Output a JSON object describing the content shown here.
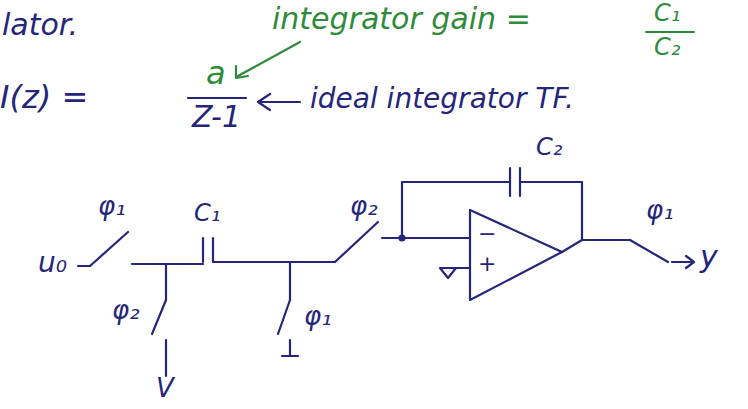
{
  "diagram": {
    "labels": [
      "lator.",
      "integrator gain =",
      "C₁",
      "C₂",
      "I(z) =",
      "a",
      "Z-1",
      "ideal integrator TF.",
      "φ₁",
      "C₁",
      "φ₂",
      "u₀",
      "C₂",
      "−",
      "+",
      "φ₁",
      "y",
      "φ₂",
      "φ₁",
      "V"
    ]
  }
}
